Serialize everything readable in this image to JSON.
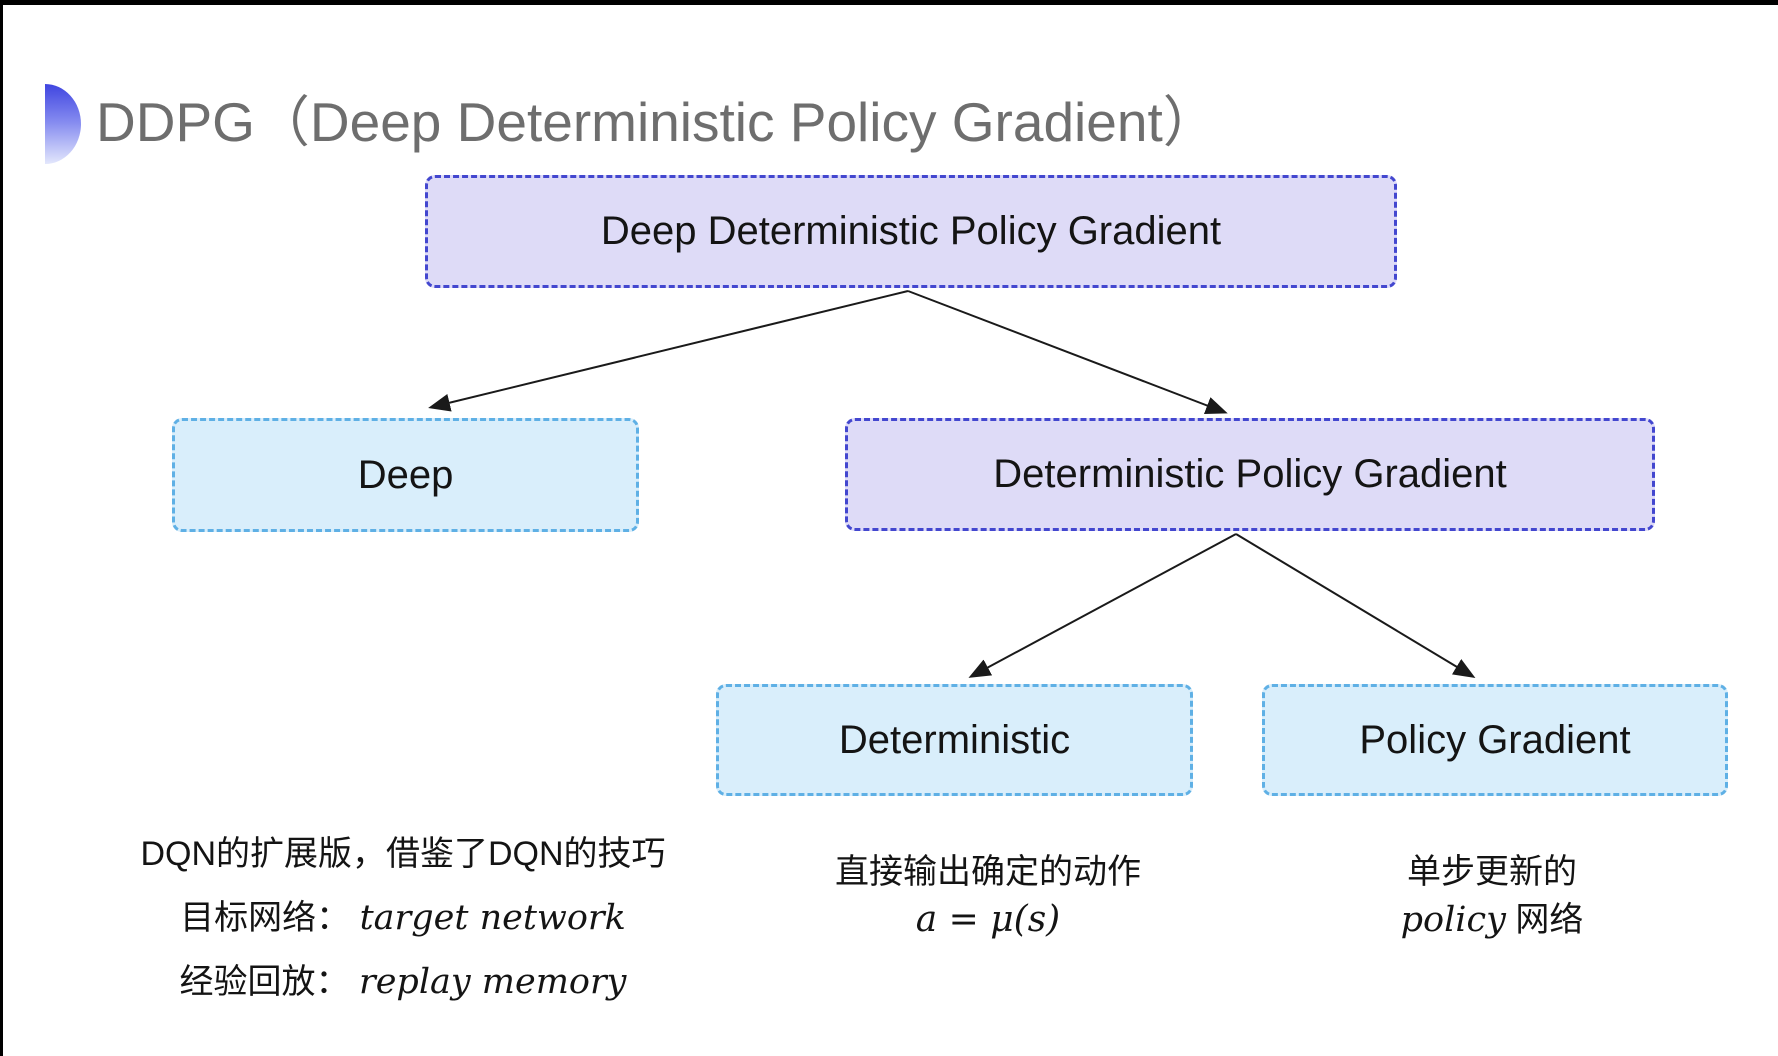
{
  "title": {
    "text": "DDPG（Deep Deterministic Policy Gradient）"
  },
  "tree": {
    "root": {
      "label": "Deep Deterministic Policy Gradient"
    },
    "children": [
      {
        "label": "Deep"
      },
      {
        "label": "Deterministic Policy Gradient"
      }
    ],
    "grandchildren": [
      {
        "label": "Deterministic"
      },
      {
        "label": "Policy Gradient"
      }
    ]
  },
  "notes": {
    "left": {
      "line1": "DQN的扩展版，借鉴了DQN的技巧",
      "line2_label": "目标网络：",
      "line2_value": "target network",
      "line3_label": "经验回放：",
      "line3_value": "replay memory"
    },
    "middle": {
      "line1": "直接输出确定的动作",
      "formula": "a = μ(s)"
    },
    "right": {
      "line1": "单步更新的",
      "line2_italic": "policy",
      "line2_rest": " 网络"
    }
  },
  "colors": {
    "purple-fill": "#dedbf7",
    "purple-border": "#4347cf",
    "cyan-fill": "#d9eefb",
    "cyan-border": "#5fb0e5",
    "title-gray": "#6e6e6e",
    "text-black": "#141414",
    "arrow-black": "#1a1a1a",
    "bullet-blue": "#3f45e0"
  }
}
